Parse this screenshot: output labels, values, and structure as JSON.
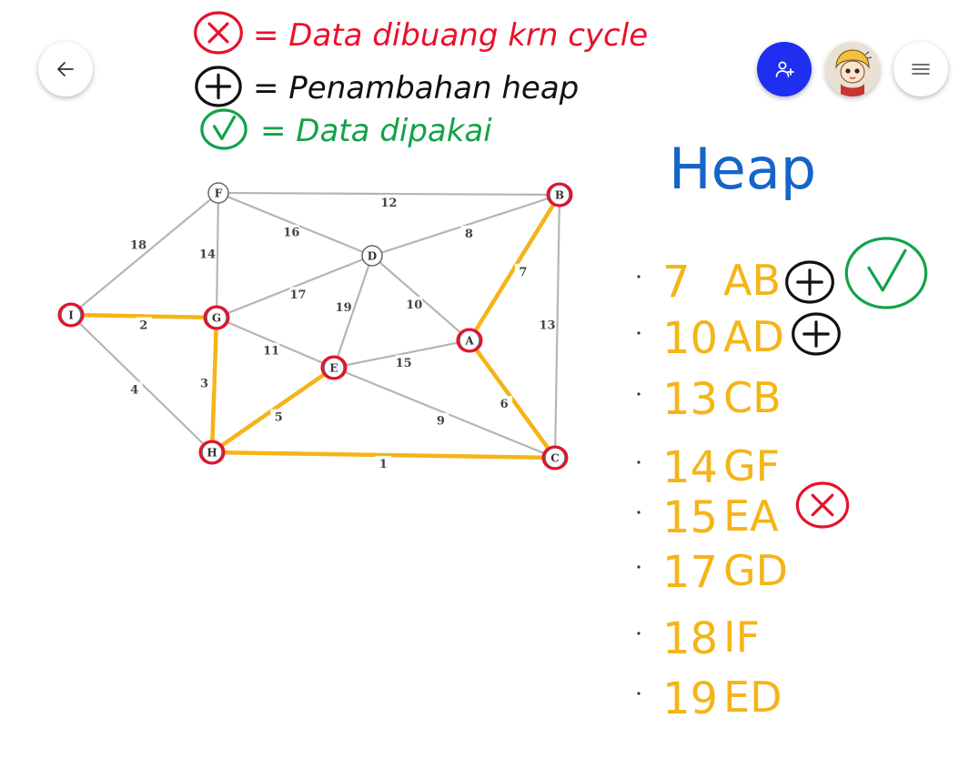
{
  "toolbar": {
    "back_icon": "arrow-left-icon",
    "add_user_icon": "person-add-icon",
    "avatar_icon": "user-avatar",
    "menu_icon": "hamburger-menu-icon",
    "primary_color": "#1f2ff0"
  },
  "legend": {
    "items": [
      {
        "symbol": "x-circle-icon",
        "text": "= Data dibuang krn cycle",
        "color": "#e8112d"
      },
      {
        "symbol": "plus-circle-icon",
        "text": "= Penambahan heap",
        "color": "#111111"
      },
      {
        "symbol": "check-circle-icon",
        "text": "= Data dipakai",
        "color": "#13a24a"
      }
    ]
  },
  "graph": {
    "nodes": [
      {
        "id": "F",
        "label": "F",
        "highlighted": false
      },
      {
        "id": "B",
        "label": "B",
        "highlighted": true
      },
      {
        "id": "D",
        "label": "D",
        "highlighted": false
      },
      {
        "id": "I",
        "label": "I",
        "highlighted": true
      },
      {
        "id": "G",
        "label": "G",
        "highlighted": true
      },
      {
        "id": "A",
        "label": "A",
        "highlighted": true
      },
      {
        "id": "E",
        "label": "E",
        "highlighted": true
      },
      {
        "id": "H",
        "label": "H",
        "highlighted": true
      },
      {
        "id": "C",
        "label": "C",
        "highlighted": true
      }
    ],
    "edges": [
      {
        "from": "F",
        "to": "B",
        "weight": "12",
        "selected": false
      },
      {
        "from": "F",
        "to": "D",
        "weight": "16",
        "selected": false
      },
      {
        "from": "F",
        "to": "I",
        "weight": "18",
        "selected": false
      },
      {
        "from": "F",
        "to": "G",
        "weight": "14",
        "selected": false
      },
      {
        "from": "D",
        "to": "B",
        "weight": "8",
        "selected": false
      },
      {
        "from": "G",
        "to": "D",
        "weight": "17",
        "selected": false
      },
      {
        "from": "D",
        "to": "E",
        "weight": "19",
        "selected": false
      },
      {
        "from": "D",
        "to": "A",
        "weight": "10",
        "selected": false
      },
      {
        "from": "A",
        "to": "B",
        "weight": "7",
        "selected": true
      },
      {
        "from": "B",
        "to": "C",
        "weight": "13",
        "selected": false
      },
      {
        "from": "I",
        "to": "G",
        "weight": "2",
        "selected": true
      },
      {
        "from": "G",
        "to": "E",
        "weight": "11",
        "selected": false
      },
      {
        "from": "E",
        "to": "A",
        "weight": "15",
        "selected": false
      },
      {
        "from": "A",
        "to": "C",
        "weight": "6",
        "selected": true
      },
      {
        "from": "I",
        "to": "H",
        "weight": "4",
        "selected": false
      },
      {
        "from": "G",
        "to": "H",
        "weight": "3",
        "selected": true
      },
      {
        "from": "H",
        "to": "E",
        "weight": "5",
        "selected": true
      },
      {
        "from": "E",
        "to": "C",
        "weight": "9",
        "selected": false
      },
      {
        "from": "H",
        "to": "C",
        "weight": "1",
        "selected": true
      }
    ],
    "edge_color": "#b5b5b5",
    "selected_color": "#f5b417",
    "highlight_color": "#e8112d"
  },
  "heap": {
    "title": "Heap",
    "title_color": "#1565c8",
    "entry_color": "#f5b417",
    "entries": [
      {
        "weight": "7",
        "edge": "AB",
        "marks": [
          "plus-circle-icon",
          "check-circle-icon"
        ]
      },
      {
        "weight": "10",
        "edge": "AD",
        "marks": [
          "plus-circle-icon"
        ]
      },
      {
        "weight": "13",
        "edge": "CB",
        "marks": []
      },
      {
        "weight": "14",
        "edge": "GF",
        "marks": []
      },
      {
        "weight": "15",
        "edge": "EA",
        "marks": [
          "x-circle-icon"
        ]
      },
      {
        "weight": "17",
        "edge": "GD",
        "marks": []
      },
      {
        "weight": "18",
        "edge": "IF",
        "marks": []
      },
      {
        "weight": "19",
        "edge": "ED",
        "marks": []
      }
    ]
  }
}
